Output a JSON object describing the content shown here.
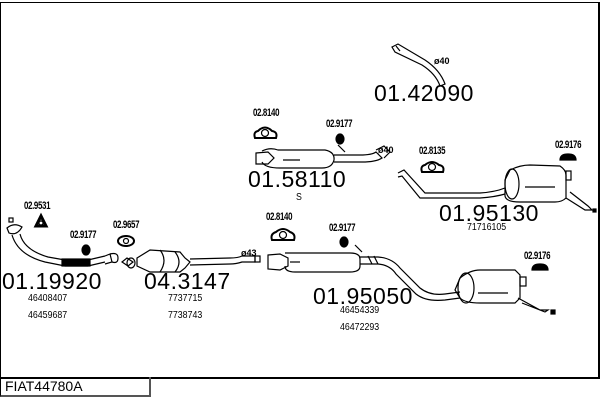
{
  "diagram_title": "FIAT44780A",
  "parts": [
    {
      "id": "front-pipe",
      "part_number": "01.19920",
      "refs": [
        "46408407",
        "46459687"
      ]
    },
    {
      "id": "catalytic-converter",
      "part_number": "04.3147",
      "refs": [
        "7737715",
        "7738743"
      ]
    },
    {
      "id": "middle-silencer",
      "part_number": "01.95050",
      "refs": [
        "46454339",
        "46472293"
      ]
    },
    {
      "id": "middle-silencer-s",
      "part_number": "01.58110",
      "refs": [
        "S"
      ]
    },
    {
      "id": "rear-pipe",
      "part_number": "01.42090",
      "refs": []
    },
    {
      "id": "rear-silencer",
      "part_number": "01.95130",
      "refs": [
        "71716105"
      ]
    }
  ],
  "accessories": {
    "gasket_front": "02.9531",
    "clamp_front_pipe": "02.9177",
    "gasket_cat": "02.9657",
    "mount_mid_1": "02.8140",
    "clamp_mid_1": "02.9177",
    "mount_s": "02.8140",
    "clamp_s": "02.9177",
    "mount_rear": "02.8135",
    "hanger_rear_1": "02.9176",
    "hanger_rear_2": "02.9176"
  },
  "diameters": {
    "cat_outlet": "ø43",
    "s_outlet": "ø40",
    "rear_pipe": "ø40"
  }
}
